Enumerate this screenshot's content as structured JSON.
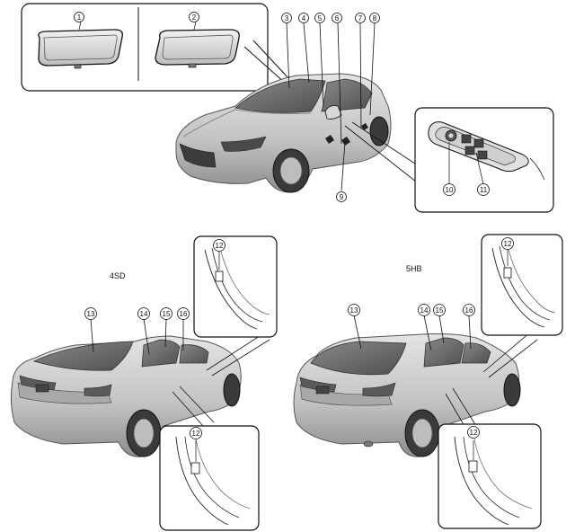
{
  "variants": {
    "sedan": "4SD",
    "hatchback": "5HB"
  },
  "callouts": {
    "c1": "1",
    "c2": "2",
    "c3": "3",
    "c4": "4",
    "c5": "5",
    "c6": "6",
    "c7": "7",
    "c8": "8",
    "c9": "9",
    "c10": "10",
    "c11": "11",
    "c12": "12",
    "c13": "13",
    "c14": "14",
    "c15": "15",
    "c16": "16"
  },
  "colors": {
    "line": "#111111",
    "body": "#c9c9c9",
    "body_dark": "#8f8f8f",
    "glass": "#6d6d6d"
  }
}
